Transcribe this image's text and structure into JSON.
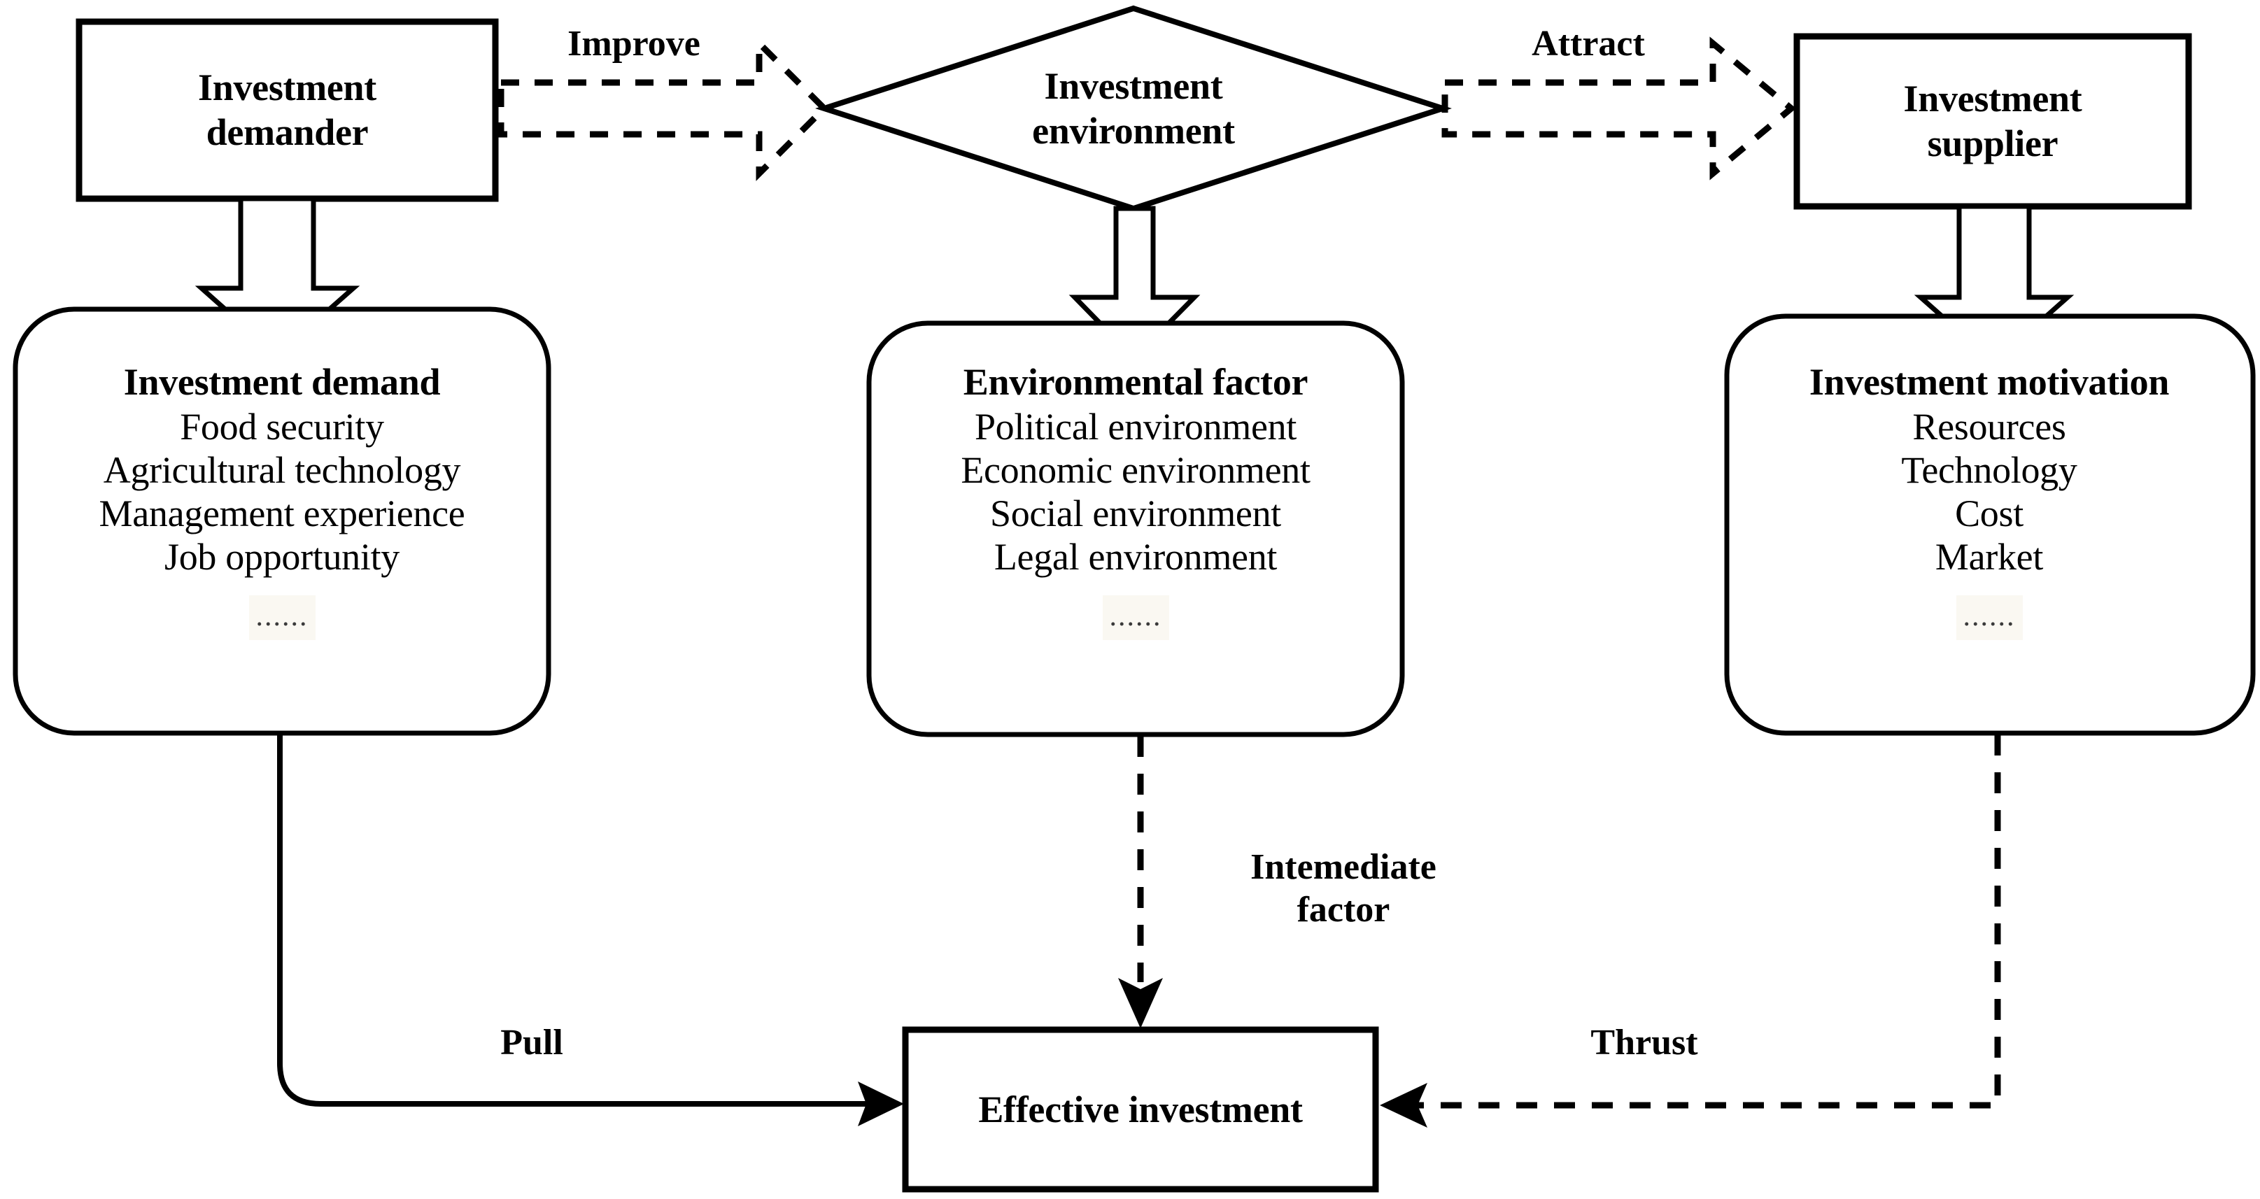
{
  "diagram": {
    "title_nodes": {
      "investment_demander": "Investment\ndemander",
      "investment_environment": "Investment\nenvironment",
      "investment_supplier": "Investment\nsupplier",
      "effective_investment": "Effective investment"
    },
    "demander_line1": "Investment",
    "demander_line2": "demander",
    "environment_line1": "Investment",
    "environment_line2": "environment",
    "supplier_line1": "Investment",
    "supplier_line2": "supplier",
    "effective_investment_label": "Effective investment",
    "ellipsis": "......",
    "cards": [
      {
        "id": "investment-demand",
        "title": "Investment demand",
        "items": [
          "Food security",
          "Agricultural technology",
          "Management experience",
          "Job opportunity"
        ],
        "ellipsis": "......"
      },
      {
        "id": "environmental-factor",
        "title": "Environmental factor",
        "items": [
          "Political environment",
          "Economic environment",
          "Social environment",
          "Legal environment"
        ],
        "ellipsis": "......"
      },
      {
        "id": "investment-motivation",
        "title": "Investment motivation",
        "items": [
          "Resources",
          "Technology",
          "Cost",
          "Market"
        ],
        "ellipsis": "......"
      }
    ],
    "edge_labels": {
      "improve": "Improve",
      "attract": "Attract",
      "pull": "Pull",
      "thrust": "Thrust",
      "intermediate_line1": "Intemediate",
      "intermediate_line2": "factor"
    },
    "colors": {
      "stroke": "#000000",
      "fill": "#ffffff",
      "ellipsis_highlight": "#faf8f2",
      "text": "#000000"
    }
  }
}
